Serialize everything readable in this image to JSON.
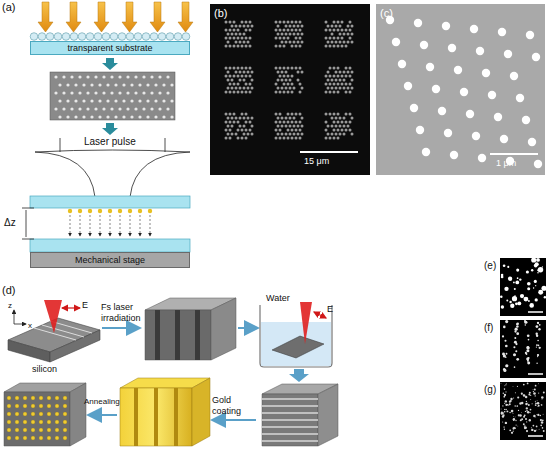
{
  "diagram": {
    "nodes": [
      {
        "text": [
          "transparent substrate"
        ]
      },
      {
        "text": [
          "Mechanical stage"
        ]
      }
    ],
    "labels": [
      "(a)",
      "Laser pulse",
      "Δz",
      "(b)",
      "15 μm",
      "(c)",
      "1 μm",
      "(d)",
      "silicon",
      "E",
      "z",
      "x",
      "Fs laser irradiation",
      "Water",
      "E",
      "Gold coating",
      "Annealing",
      "(e)",
      "(f)",
      "(g)"
    ]
  }
}
